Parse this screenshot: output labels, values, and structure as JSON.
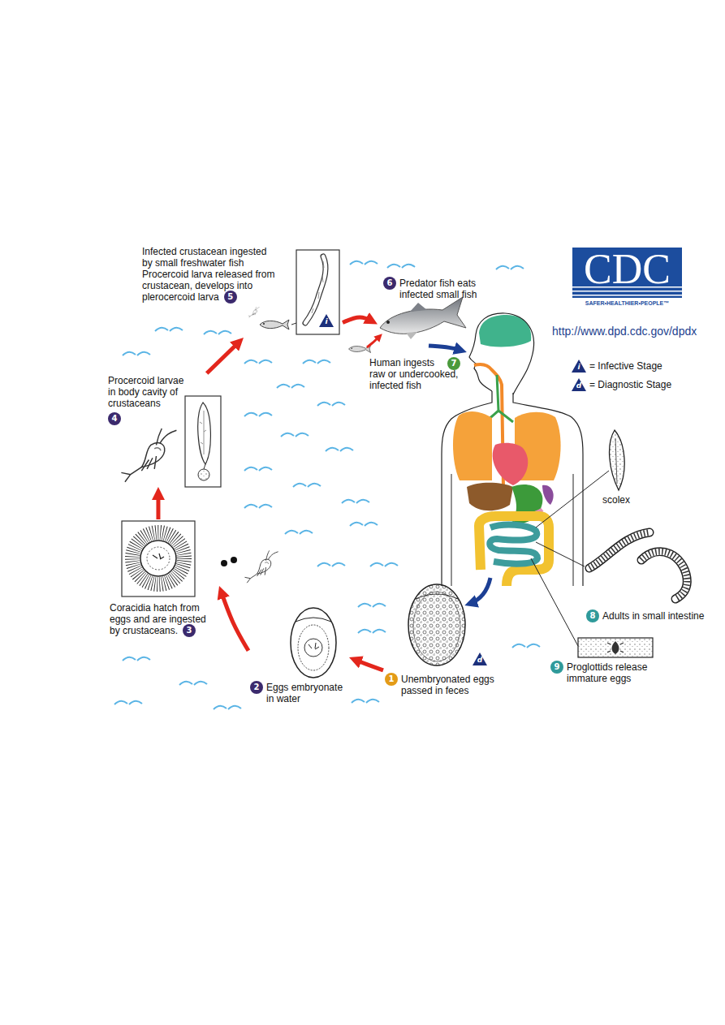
{
  "diagram": {
    "nodes": [
      {
        "text": [
          "1",
          "Unembryonated eggs passed in feces"
        ]
      },
      {
        "text": [
          "2",
          "Eggs embryonate in water"
        ]
      },
      {
        "text": [
          "3",
          "Coracidia hatch from eggs and are ingested by crustaceans."
        ]
      },
      {
        "text": [
          "4",
          "Procercoid larvae in body cavity of crustaceans"
        ]
      },
      {
        "text": [
          "5",
          "Infected crustacean ingested by small freshwater fish",
          "Procercoid larva released from crustacean, develops into plerocercoid larva"
        ]
      },
      {
        "text": [
          "6",
          "Predator fish eats infected small fish"
        ]
      },
      {
        "text": [
          "7",
          "Human ingests raw or undercooked, infected fish"
        ]
      },
      {
        "text": [
          "8",
          "Adults in small intestine"
        ]
      },
      {
        "text": [
          "9",
          "Proglottids release immature eggs"
        ]
      }
    ],
    "edges": [
      {
        "from": 0,
        "to": 1,
        "arrow": "to"
      },
      {
        "from": 1,
        "to": 2,
        "arrow": "to"
      },
      {
        "from": 2,
        "to": 3,
        "arrow": "to"
      },
      {
        "from": 3,
        "to": 4,
        "arrow": "to"
      },
      {
        "from": 4,
        "to": 5,
        "arrow": "to"
      },
      {
        "from": 5,
        "to": 6,
        "arrow": "to"
      }
    ],
    "labels": [
      "CDC",
      "SAFER•HEALTHIER•PEOPLE™",
      "http://www.dpd.cdc.gov/dpdx",
      "i",
      "d",
      "scolex",
      "i",
      "d"
    ],
    "legend": [
      {
        "text": "= Infective Stage"
      },
      {
        "text": "= Diagnostic Stage"
      }
    ]
  }
}
